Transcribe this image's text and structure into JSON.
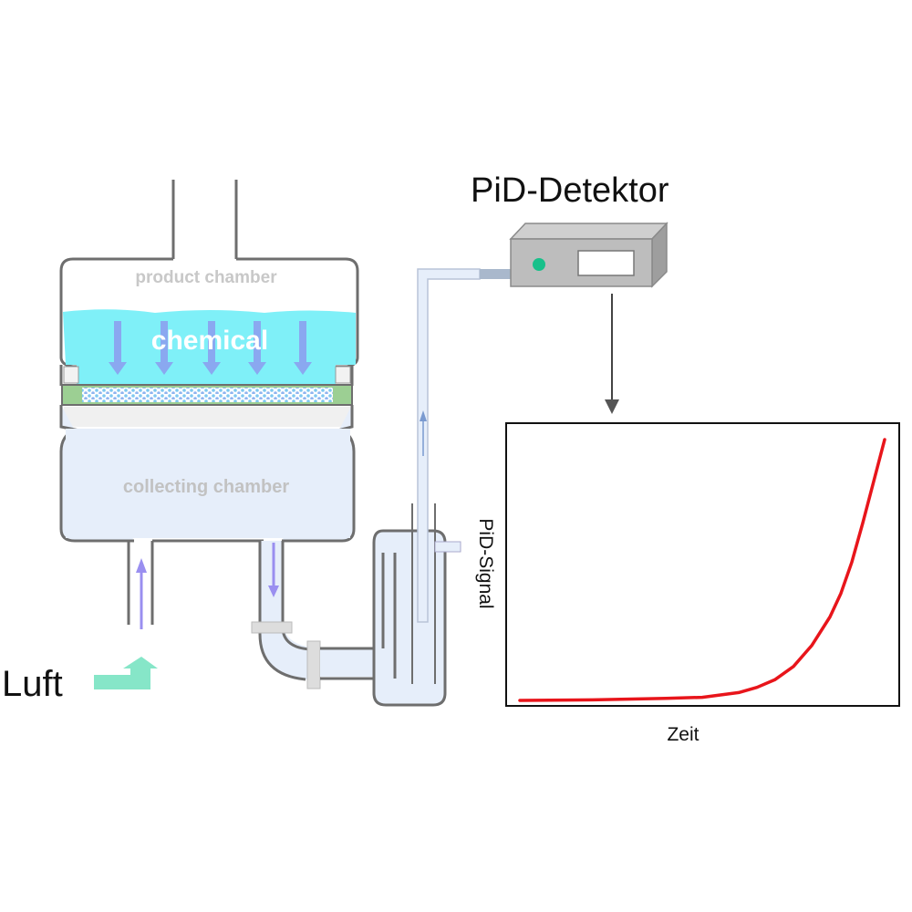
{
  "labels": {
    "product_chamber": "product chamber",
    "chemical": "chemical",
    "collecting_chamber": "collecting chamber",
    "air": "Luft",
    "detector": "PiD-Detektor",
    "y_axis": "PiD-Signal",
    "x_axis": "Zeit"
  },
  "colors": {
    "outline": "#6e6e6e",
    "chemical_fill": "#7ff0f8",
    "flow_arrow": "#8aa8f0",
    "gas_fill": "#e6eefa",
    "filter_green": "#9ccf93",
    "air_arrow": "#86e6c8",
    "detector_body": "#b9b9b9",
    "indicator_led": "#18c08a",
    "signal_curve": "#e8151b"
  },
  "chart_data": {
    "type": "line",
    "title": "",
    "xlabel": "Zeit",
    "ylabel": "PiD-Signal",
    "xlim": [
      0,
      1
    ],
    "ylim": [
      0,
      1
    ],
    "grid": false,
    "legend": "none",
    "series": [
      {
        "name": "PiD-Signal",
        "x": [
          0.0,
          0.2,
          0.4,
          0.5,
          0.6,
          0.65,
          0.7,
          0.75,
          0.8,
          0.85,
          0.88,
          0.91,
          0.94,
          0.97,
          1.0
        ],
        "y": [
          0.0,
          0.002,
          0.008,
          0.012,
          0.03,
          0.05,
          0.08,
          0.13,
          0.21,
          0.32,
          0.41,
          0.53,
          0.68,
          0.84,
          1.0
        ]
      }
    ]
  }
}
